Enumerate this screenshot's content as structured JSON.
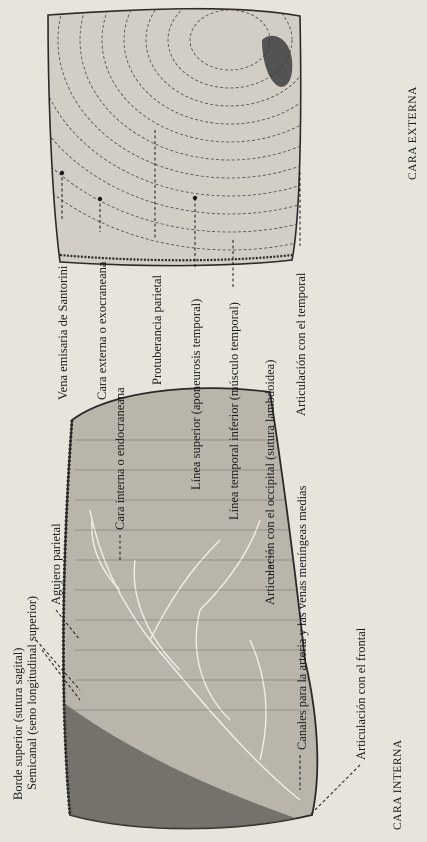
{
  "captions": {
    "external": "CARA EXTERNA",
    "internal": "CARA INTERNA"
  },
  "labels_external": {
    "santorini": "Vena emisaria de Santorini",
    "cara_externa": "Cara externa o exocraneana",
    "protuberancia": "Protuberancia parietal",
    "linea_superior": "Línea superior (aponeurosis temporal)",
    "linea_inferior": "Línea temporal inferior (músculo temporal)",
    "art_temporal": "Articulación con el temporal"
  },
  "labels_internal": {
    "borde_superior": "Borde superior (sutura sagital)",
    "semicanal": "Semicanal (seno longitudinal superior)",
    "agujero": "Agujero parietal",
    "cara_interna": "Cara interna o endocraneana",
    "art_occipital": "Articulación con el occipital (sutura lambdoidea)",
    "canales": "Canales para la arteria y las venas meníngeas medias",
    "art_frontal": "Articulación con el frontal"
  },
  "colors": {
    "ink": "#1b1b1b",
    "paper": "#e7e4dc",
    "bone_light": "#c9c5bb",
    "bone_dark": "#6d6a64"
  }
}
